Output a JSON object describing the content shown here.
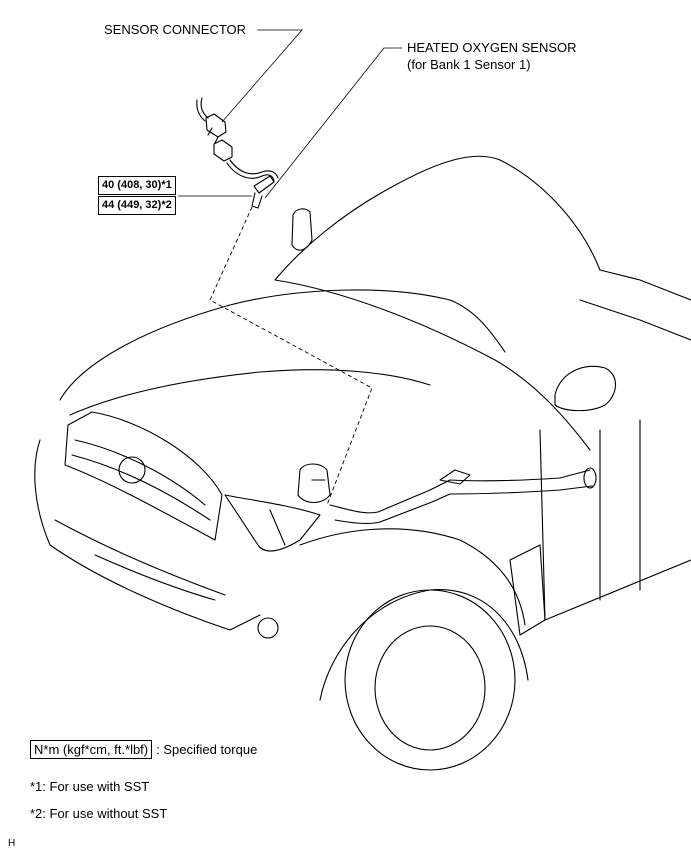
{
  "callouts": {
    "sensor_connector": "SENSOR CONNECTOR",
    "heated_oxygen_sensor": "HEATED OXYGEN SENSOR",
    "bank_note": "(for Bank 1 Sensor 1)"
  },
  "torque_specs": [
    {
      "value": "40 (408, 30)*1"
    },
    {
      "value": "44 (449, 32)*2"
    }
  ],
  "legend": {
    "unit_box": "N*m (kgf*cm, ft.*lbf)",
    "description": ": Specified torque"
  },
  "notes": [
    "*1: For use with SST",
    "*2: For use without SST"
  ],
  "corner_mark": "H"
}
